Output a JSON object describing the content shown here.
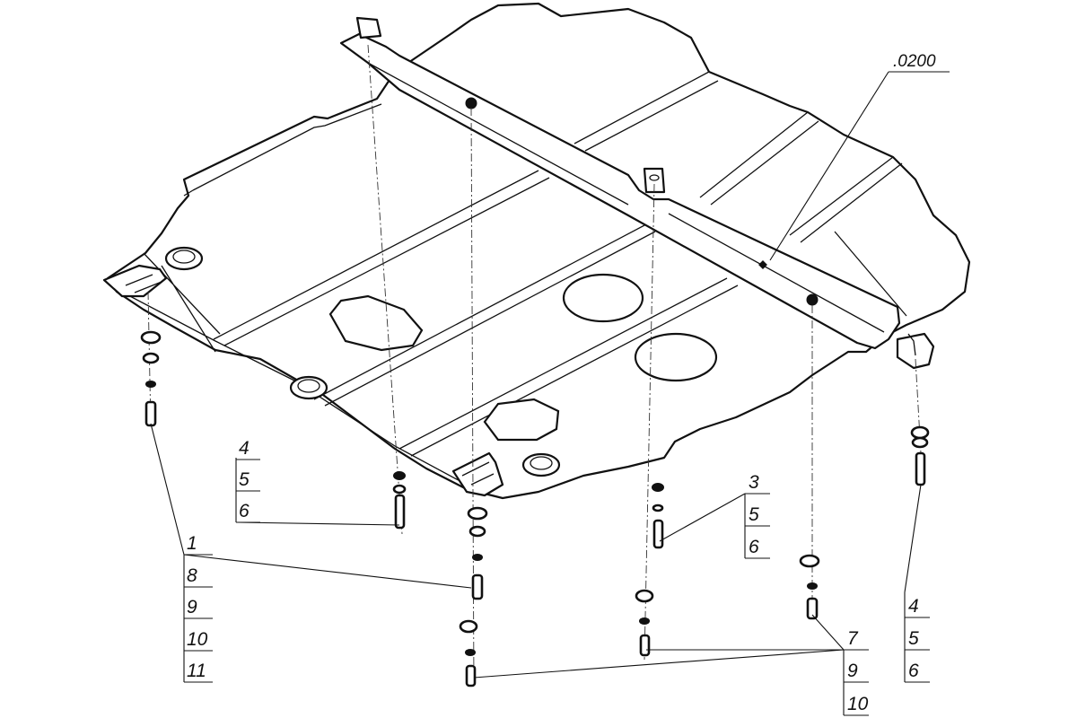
{
  "reference": ".0200",
  "callouts": {
    "left_group": [
      "1",
      "8",
      "9",
      "10",
      "11"
    ],
    "center_left_group": [
      "4",
      "5",
      "6"
    ],
    "center_right_group": [
      "3",
      "5",
      "6"
    ],
    "bottom_right_group": [
      "7",
      "9",
      "10"
    ],
    "far_right_group": [
      "4",
      "5",
      "6"
    ]
  }
}
